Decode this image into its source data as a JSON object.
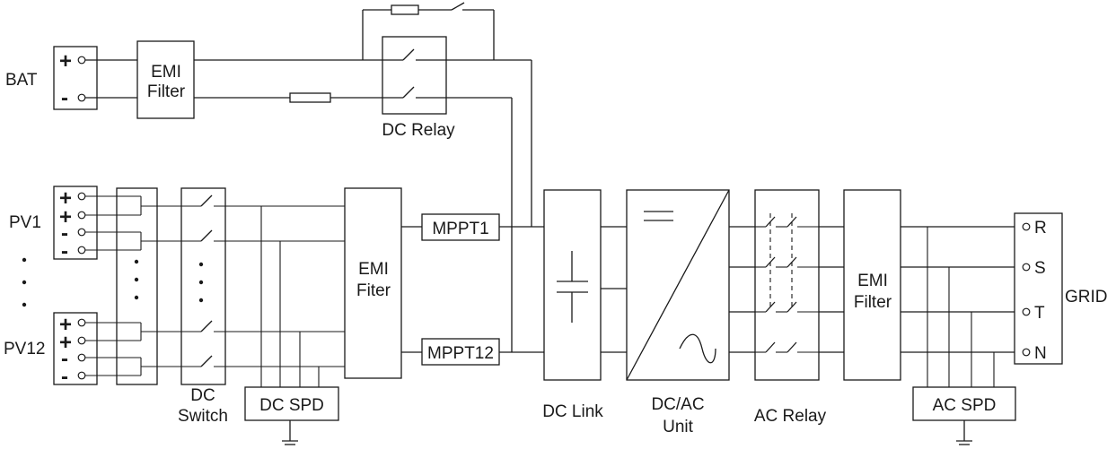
{
  "battery": {
    "label": "BAT",
    "plus": "+",
    "minus": "-",
    "emi_line1": "EMI",
    "emi_line2": "Filter"
  },
  "dc_relay": {
    "label": "DC Relay"
  },
  "pv": {
    "first_label": "PV1",
    "last_label": "PV12",
    "plus": "+",
    "minus": "-"
  },
  "dc_switch": {
    "line1": "DC",
    "line2": "Switch"
  },
  "dc_spd": {
    "label": "DC SPD"
  },
  "pv_emi": {
    "line1": "EMI",
    "line2": "Fiter"
  },
  "mppt": {
    "first": "MPPT1",
    "last": "MPPT12"
  },
  "dc_link": {
    "label": "DC Link"
  },
  "inverter": {
    "line1": "DC/AC",
    "line2": "Unit"
  },
  "ac_relay": {
    "label": "AC Relay"
  },
  "grid_emi": {
    "line1": "EMI",
    "line2": "Filter"
  },
  "ac_spd": {
    "label": "AC SPD"
  },
  "grid": {
    "label": "GRID",
    "phases": [
      "R",
      "S",
      "T",
      "N"
    ]
  }
}
